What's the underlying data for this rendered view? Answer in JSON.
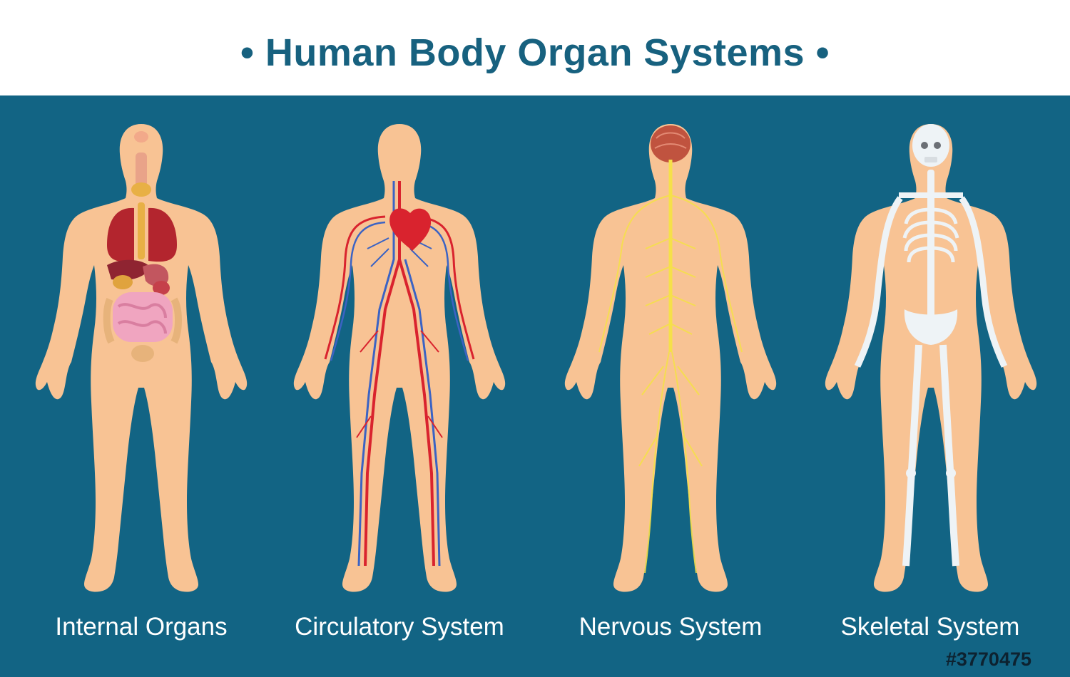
{
  "header": {
    "title": "• Human Body Organ Systems •"
  },
  "figures": [
    {
      "label": "Internal Organs"
    },
    {
      "label": "Circulatory System"
    },
    {
      "label": "Nervous System"
    },
    {
      "label": "Skeletal System"
    }
  ],
  "stock_id": "#3770475",
  "colors": {
    "header_background": "#ffffff",
    "title": "#17617f",
    "panel_background": "#126484",
    "skin": "#f8c394",
    "artery": "#d9232e",
    "vein": "#3b63c4",
    "nerve": "#f5e04a",
    "bone": "#eef3f6",
    "label_text": "#ffffff"
  }
}
